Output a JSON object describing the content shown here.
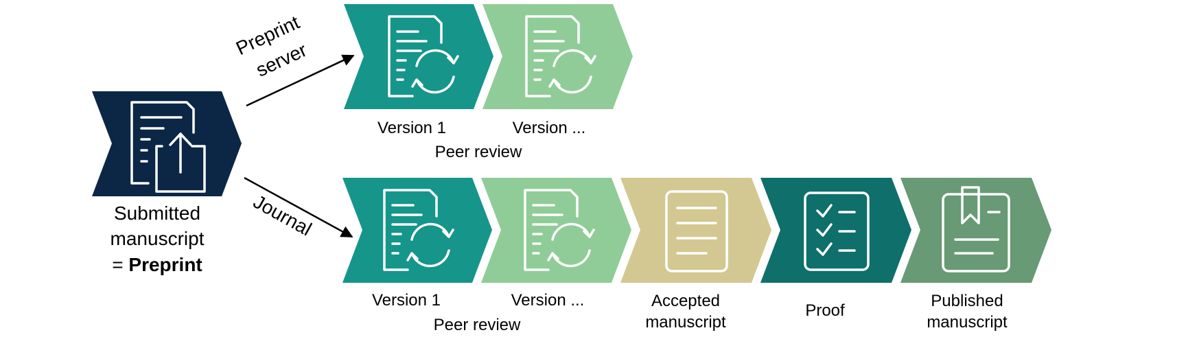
{
  "colors": {
    "navy": "#0b2745",
    "teal": "#16958b",
    "light_green": "#90cc98",
    "sand": "#d3c891",
    "dark_teal": "#0e6f6b",
    "sage": "#679a75",
    "arrow": "#000000",
    "icon_stroke": "#ffffff"
  },
  "source": {
    "icon": "document-upload-icon",
    "label_line1": "Submitted",
    "label_line2": "manuscript",
    "label_prefix": "= ",
    "label_bold": "Preprint"
  },
  "paths": {
    "preprint_label_line1": "Preprint",
    "preprint_label_line2": "server",
    "journal_label": "Journal"
  },
  "preprint_stages": [
    {
      "label": "Version 1",
      "icon": "document-revision-icon",
      "color": "#16958b"
    },
    {
      "label": "Version ...",
      "icon": "document-revision-icon",
      "color": "#90cc98"
    }
  ],
  "preprint_group_label": "Peer review",
  "journal_stages": [
    {
      "label": "Version 1",
      "icon": "document-revision-icon",
      "color": "#16958b"
    },
    {
      "label": "Version ...",
      "icon": "document-revision-icon",
      "color": "#90cc98"
    },
    {
      "label_line1": "Accepted",
      "label_line2": "manuscript",
      "icon": "document-lines-icon",
      "color": "#d3c891"
    },
    {
      "label": "Proof",
      "icon": "checklist-icon",
      "color": "#0e6f6b"
    },
    {
      "label_line1": "Published",
      "label_line2": "manuscript",
      "icon": "bookmark-document-icon",
      "color": "#679a75"
    }
  ],
  "journal_group_label": "Peer review"
}
